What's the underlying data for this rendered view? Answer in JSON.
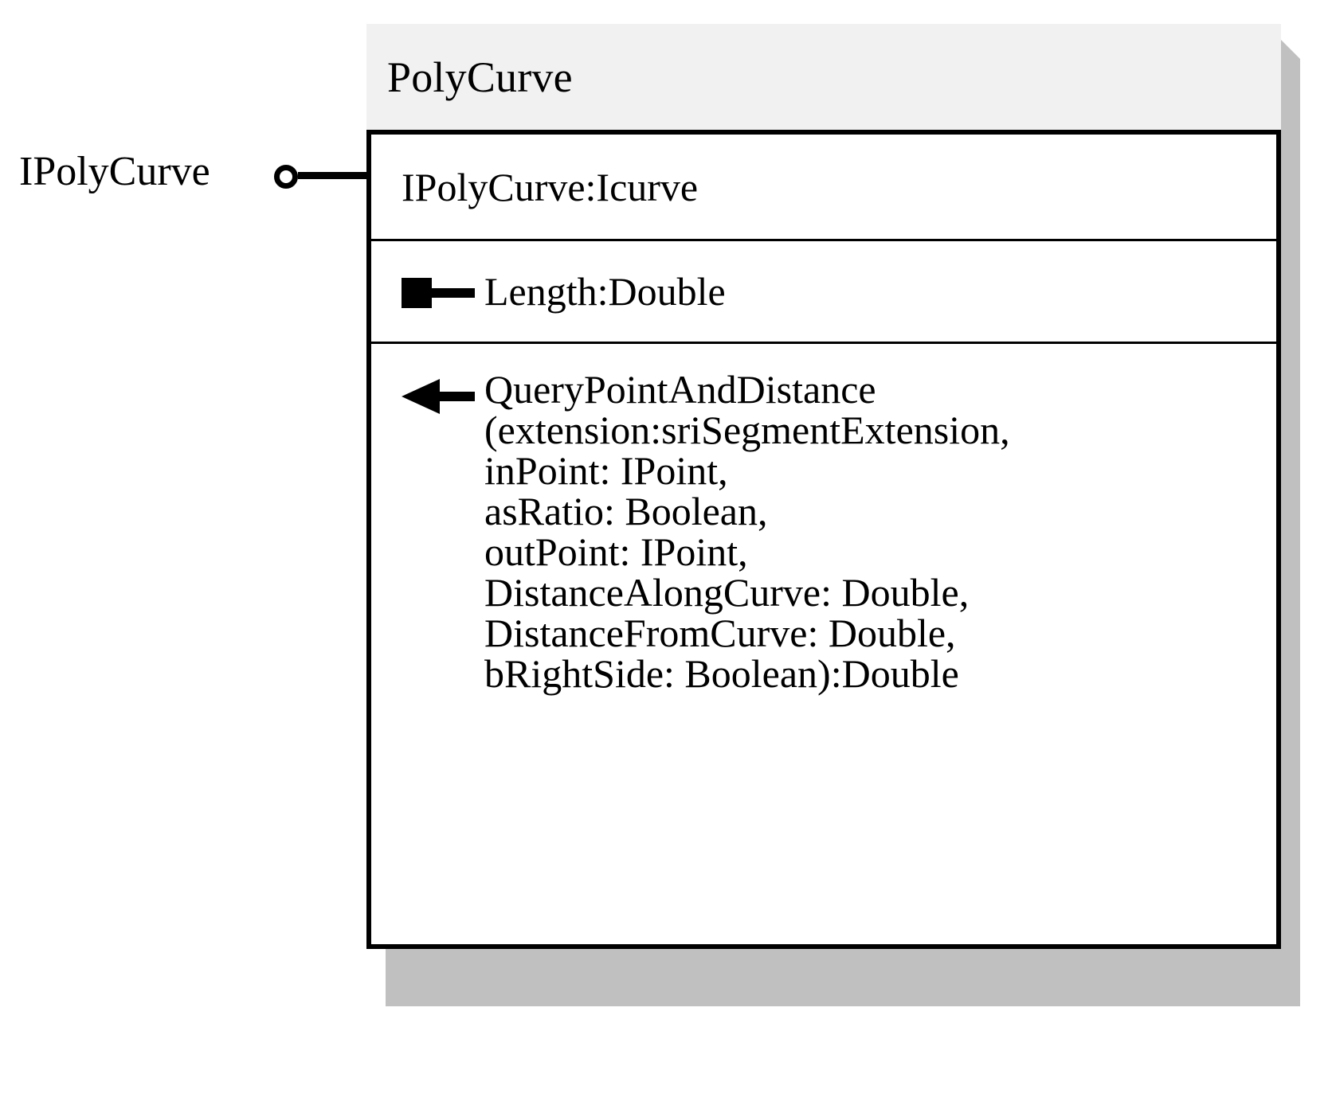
{
  "diagram": {
    "type": "uml-class-diagram",
    "class": {
      "name": "PolyCurve",
      "header_background": "#F1F1F1",
      "border_color": "#000000",
      "shadow_color": "#C0C0C0",
      "compartments": {
        "interfaces": {
          "items": [
            {
              "label": "IPolyCurve:Icurve"
            }
          ]
        },
        "properties": {
          "items": [
            {
              "icon": "property-square-icon",
              "label": "Length:Double"
            }
          ]
        },
        "methods": {
          "items": [
            {
              "icon": "method-arrow-icon",
              "label": "QueryPointAndDistance\n(extension:sriSegmentExtension,\ninPoint: IPoint,\nasRatio: Boolean,\noutPoint: IPoint,\nDistanceAlongCurve: Double,\nDistanceFromCurve: Double,\nbRightSide: Boolean):Double"
            }
          ]
        }
      }
    },
    "realized_interface": {
      "label": "IPolyCurve",
      "connector": "lollipop"
    }
  }
}
